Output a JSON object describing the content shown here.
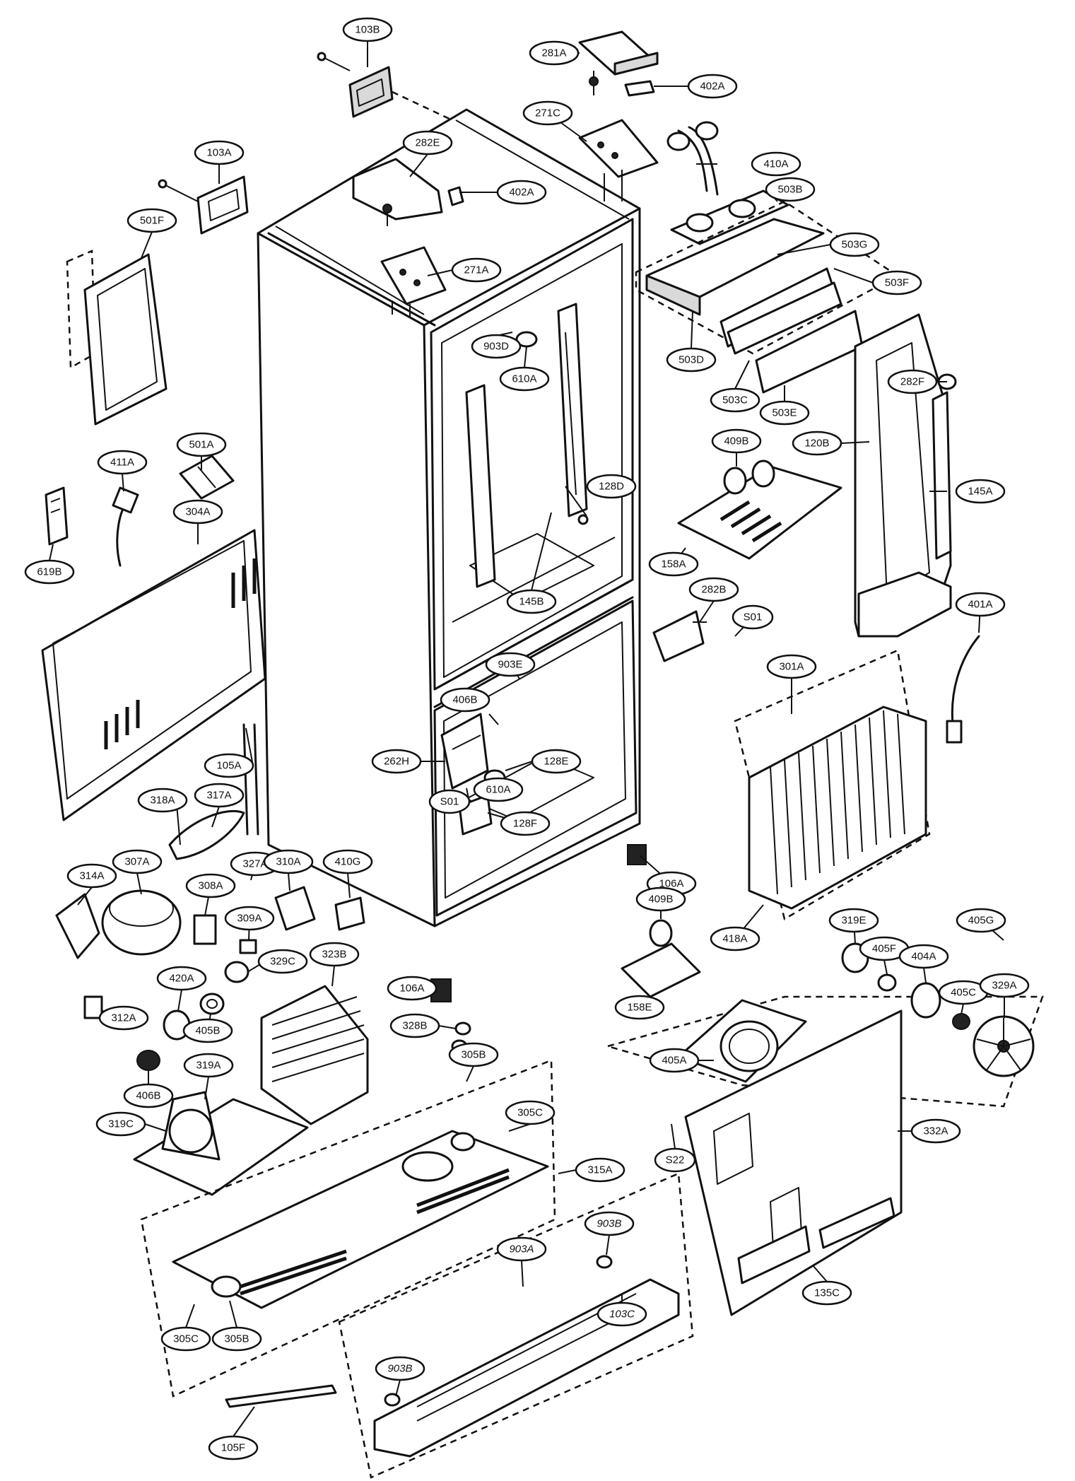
{
  "callouts": [
    {
      "id": "c103B",
      "text": "103B"
    },
    {
      "id": "c281A",
      "text": "281A"
    },
    {
      "id": "c402A_top",
      "text": "402A"
    },
    {
      "id": "c271C",
      "text": "271C"
    },
    {
      "id": "c282E",
      "text": "282E"
    },
    {
      "id": "c410A",
      "text": "410A"
    },
    {
      "id": "c103A",
      "text": "103A"
    },
    {
      "id": "c402A",
      "text": "402A"
    },
    {
      "id": "c503B",
      "text": "503B"
    },
    {
      "id": "c501F",
      "text": "501F"
    },
    {
      "id": "c503G",
      "text": "503G"
    },
    {
      "id": "c271A",
      "text": "271A"
    },
    {
      "id": "c503F",
      "text": "503F"
    },
    {
      "id": "c903D",
      "text": "903D"
    },
    {
      "id": "c610A_top",
      "text": "610A"
    },
    {
      "id": "c503D",
      "text": "503D"
    },
    {
      "id": "c503C",
      "text": "503C"
    },
    {
      "id": "c503E",
      "text": "503E"
    },
    {
      "id": "c282F",
      "text": "282F"
    },
    {
      "id": "c409B_top",
      "text": "409B"
    },
    {
      "id": "c120B",
      "text": "120B"
    },
    {
      "id": "c501A",
      "text": "501A"
    },
    {
      "id": "c411A",
      "text": "411A"
    },
    {
      "id": "c128D",
      "text": "128D"
    },
    {
      "id": "c145A",
      "text": "145A"
    },
    {
      "id": "c304A",
      "text": "304A"
    },
    {
      "id": "c158A",
      "text": "158A"
    },
    {
      "id": "c619B",
      "text": "619B"
    },
    {
      "id": "c145B",
      "text": "145B"
    },
    {
      "id": "c282B",
      "text": "282B"
    },
    {
      "id": "cS01_right",
      "text": "S01"
    },
    {
      "id": "c401A",
      "text": "401A"
    },
    {
      "id": "c301A",
      "text": "301A"
    },
    {
      "id": "c903E",
      "text": "903E"
    },
    {
      "id": "c406B_mid",
      "text": "406B"
    },
    {
      "id": "c262H",
      "text": "262H"
    },
    {
      "id": "c128E",
      "text": "128E"
    },
    {
      "id": "c105A",
      "text": "105A"
    },
    {
      "id": "c610A",
      "text": "610A"
    },
    {
      "id": "cS01",
      "text": "S01"
    },
    {
      "id": "c318A",
      "text": "318A"
    },
    {
      "id": "c317A",
      "text": "317A"
    },
    {
      "id": "c128F",
      "text": "128F"
    },
    {
      "id": "c327A",
      "text": "327A"
    },
    {
      "id": "c314A",
      "text": "314A"
    },
    {
      "id": "c307A",
      "text": "307A"
    },
    {
      "id": "c310A",
      "text": "310A"
    },
    {
      "id": "c410G",
      "text": "410G"
    },
    {
      "id": "c106A_right",
      "text": "106A"
    },
    {
      "id": "c308A",
      "text": "308A"
    },
    {
      "id": "c409B",
      "text": "409B"
    },
    {
      "id": "c309A",
      "text": "309A"
    },
    {
      "id": "c418A",
      "text": "418A"
    },
    {
      "id": "c319E",
      "text": "319E"
    },
    {
      "id": "c405G",
      "text": "405G"
    },
    {
      "id": "c329C",
      "text": "329C"
    },
    {
      "id": "c323B",
      "text": "323B"
    },
    {
      "id": "c405F",
      "text": "405F"
    },
    {
      "id": "c404A",
      "text": "404A"
    },
    {
      "id": "c106A",
      "text": "106A"
    },
    {
      "id": "c420A",
      "text": "420A"
    },
    {
      "id": "c405C",
      "text": "405C"
    },
    {
      "id": "c329A",
      "text": "329A"
    },
    {
      "id": "c158E",
      "text": "158E"
    },
    {
      "id": "c312A",
      "text": "312A"
    },
    {
      "id": "c405B",
      "text": "405B"
    },
    {
      "id": "c328B",
      "text": "328B"
    },
    {
      "id": "c406B",
      "text": "406B"
    },
    {
      "id": "c405A",
      "text": "405A"
    },
    {
      "id": "c319A",
      "text": "319A"
    },
    {
      "id": "c305B_top",
      "text": "305B"
    },
    {
      "id": "c305C_top",
      "text": "305C"
    },
    {
      "id": "c332A",
      "text": "332A"
    },
    {
      "id": "c319C",
      "text": "319C"
    },
    {
      "id": "cS22",
      "text": "S22"
    },
    {
      "id": "c315A",
      "text": "315A"
    },
    {
      "id": "c903B_top",
      "text": "903B"
    },
    {
      "id": "c903A",
      "text": "903A"
    },
    {
      "id": "c135C",
      "text": "135C"
    },
    {
      "id": "c103C",
      "text": "103C"
    },
    {
      "id": "c305C",
      "text": "305C"
    },
    {
      "id": "c305B",
      "text": "305B"
    },
    {
      "id": "c903B",
      "text": "903B"
    },
    {
      "id": "c105F",
      "text": "105F"
    }
  ]
}
